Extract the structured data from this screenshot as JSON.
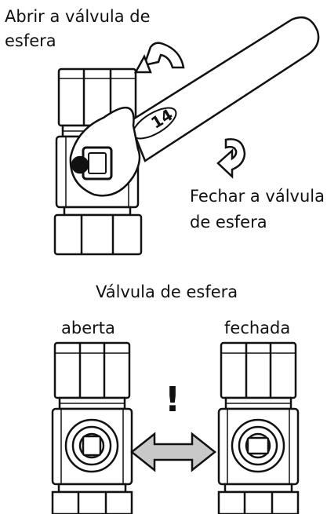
{
  "labels": {
    "open_line1": "Abrir a válvula de",
    "open_line2": "esfera",
    "close_line1": "Fechar a válvula",
    "close_line2": "de esfera",
    "valve_heading": "Válvula de esfera",
    "state_open": "aberta",
    "state_closed": "fechada",
    "warning_mark": "!",
    "wrench_size": "14"
  },
  "icons": [
    "rotate-open-arrow-icon",
    "rotate-close-arrow-icon",
    "double-arrow-icon"
  ]
}
